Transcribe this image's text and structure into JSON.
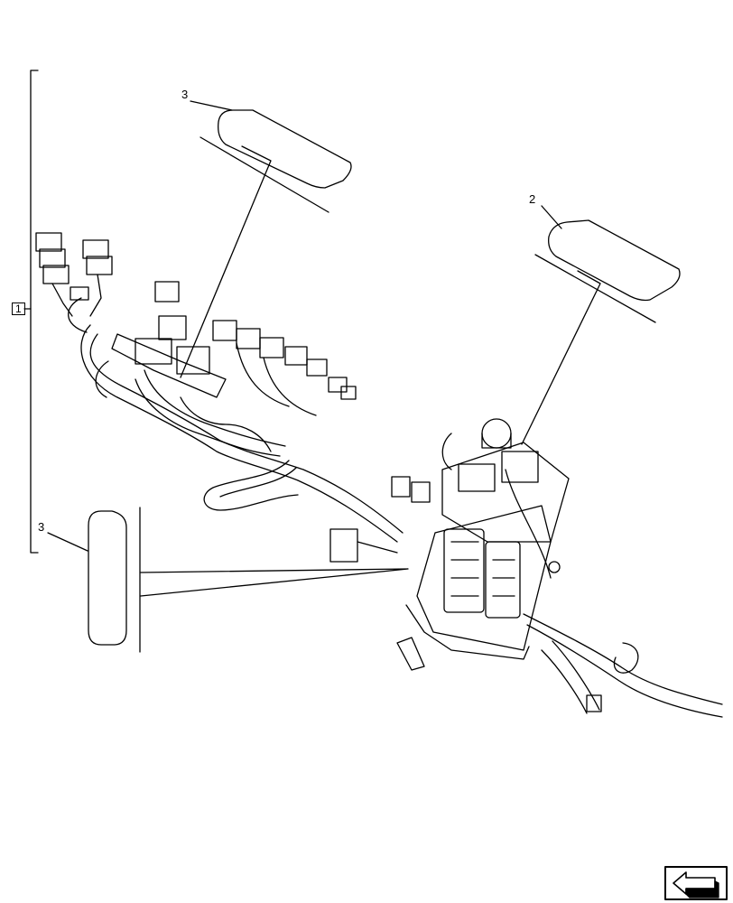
{
  "callouts": {
    "assembly": "1",
    "label_right": "2",
    "label_top": "3",
    "label_left": "3"
  },
  "nav_icon": "next-page-arrow-icon",
  "colors": {
    "line": "#000000",
    "background": "#ffffff"
  }
}
